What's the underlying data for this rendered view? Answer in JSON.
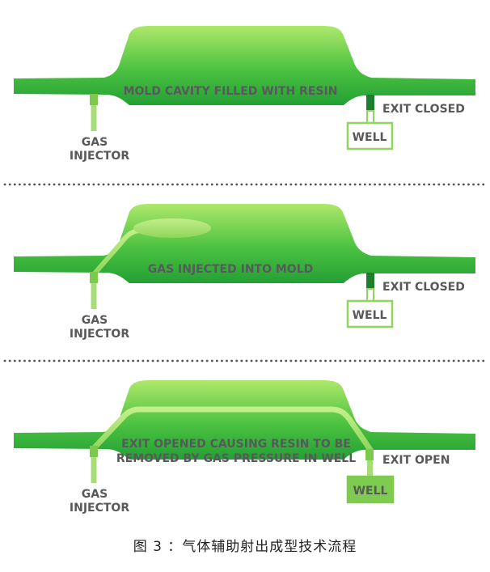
{
  "stages": [
    {
      "cavity_label": "MOLD CAVITY FILLED WITH RESIN",
      "gas_injector_label": [
        "GAS",
        "INJECTOR"
      ],
      "exit_label": "EXIT CLOSED",
      "well_label": "WELL",
      "well_filled": false
    },
    {
      "cavity_label": "GAS INJECTED INTO MOLD",
      "gas_injector_label": [
        "GAS",
        "INJECTOR"
      ],
      "exit_label": "EXIT CLOSED",
      "well_label": "WELL",
      "well_filled": false
    },
    {
      "cavity_label": "EXIT OPENED CAUSING RESIN TO BE",
      "cavity_label_line2": "REMOVED BY GAS PRESSURE IN WELL",
      "gas_injector_label": [
        "GAS",
        "INJECTOR"
      ],
      "exit_label": "EXIT OPEN",
      "well_label": "WELL",
      "well_filled": true
    }
  ],
  "caption": "图 3 ：气体辅助射出成型技术流程",
  "colors": {
    "resin_dark": "#2aa537",
    "resin_light": "#8fdc4a",
    "gas_light": "#9bd86a",
    "exit_closed": "#1c7f2e",
    "label_gray": "#58595b",
    "divider": "#555555"
  }
}
